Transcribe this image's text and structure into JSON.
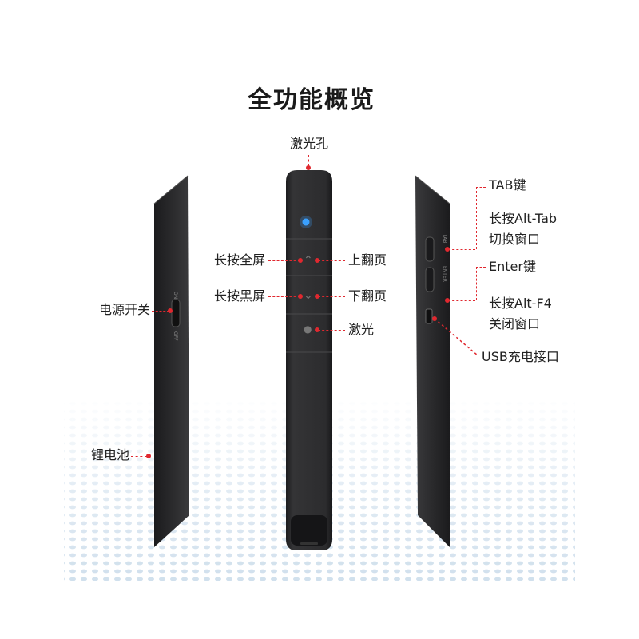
{
  "title": "全功能概览",
  "colors": {
    "accent_red": "#e0282f",
    "device_body": "#2a2a2c",
    "led_blue": "#3aa0ff"
  },
  "left_side": {
    "power_switch_label": "电源开关",
    "battery_label": "锂电池"
  },
  "front": {
    "laser_hole_label": "激光孔",
    "fullscreen_label": "长按全屏",
    "page_up_label": "上翻页",
    "blackscreen_label": "长按黑屏",
    "page_down_label": "下翻页",
    "laser_label": "激光",
    "up_icon": "chevron-up-icon",
    "down_icon": "chevron-down-icon",
    "laser_icon": "laser-icon"
  },
  "right_side": {
    "tab_label": "TAB键",
    "alt_tab_line1": "长按Alt-Tab",
    "alt_tab_line2": "切换窗口",
    "enter_label": "Enter键",
    "alt_f4_line1": "长按Alt-F4",
    "alt_f4_line2": "关闭窗口",
    "usb_label": "USB充电接口"
  }
}
